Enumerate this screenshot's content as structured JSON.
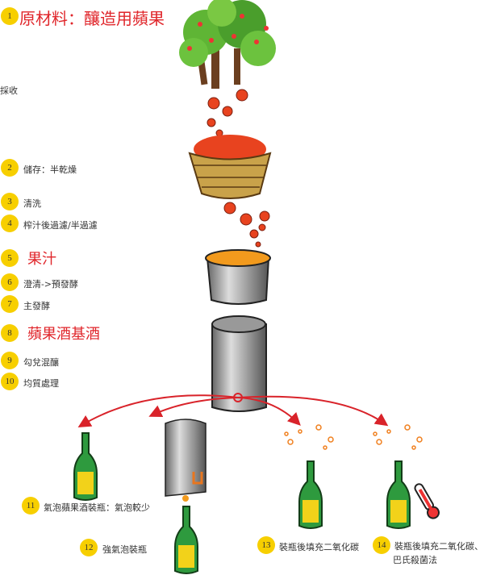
{
  "steps": [
    {
      "num": "1",
      "label": "原材料：釀造用蘋果"
    },
    {
      "num": "",
      "label": "採收"
    },
    {
      "num": "2",
      "label": "儲存：半乾燥"
    },
    {
      "num": "3",
      "label": "清洗"
    },
    {
      "num": "4",
      "label": "榨汁後過濾/半過濾"
    },
    {
      "num": "5",
      "label": "果汁"
    },
    {
      "num": "6",
      "label": "澄清->預發酵"
    },
    {
      "num": "7",
      "label": "主發酵"
    },
    {
      "num": "8",
      "label": "蘋果酒基酒"
    },
    {
      "num": "9",
      "label": "勾兌混釀"
    },
    {
      "num": "10",
      "label": "均質處理"
    },
    {
      "num": "11",
      "label": "氣泡蘋果酒裝瓶：氣泡較少"
    },
    {
      "num": "12",
      "label": "強氣泡裝瓶"
    },
    {
      "num": "13",
      "label": "裝瓶後填充二氧化碳"
    },
    {
      "num": "14",
      "label": "裝瓶後填充二氧化碳、",
      "label2": "巴氏殺菌法"
    }
  ],
  "colors": {
    "title": "#e0262b",
    "badge": "#f7cf00",
    "arrow": "#d9232a",
    "bottle": "#2e9a3e"
  }
}
